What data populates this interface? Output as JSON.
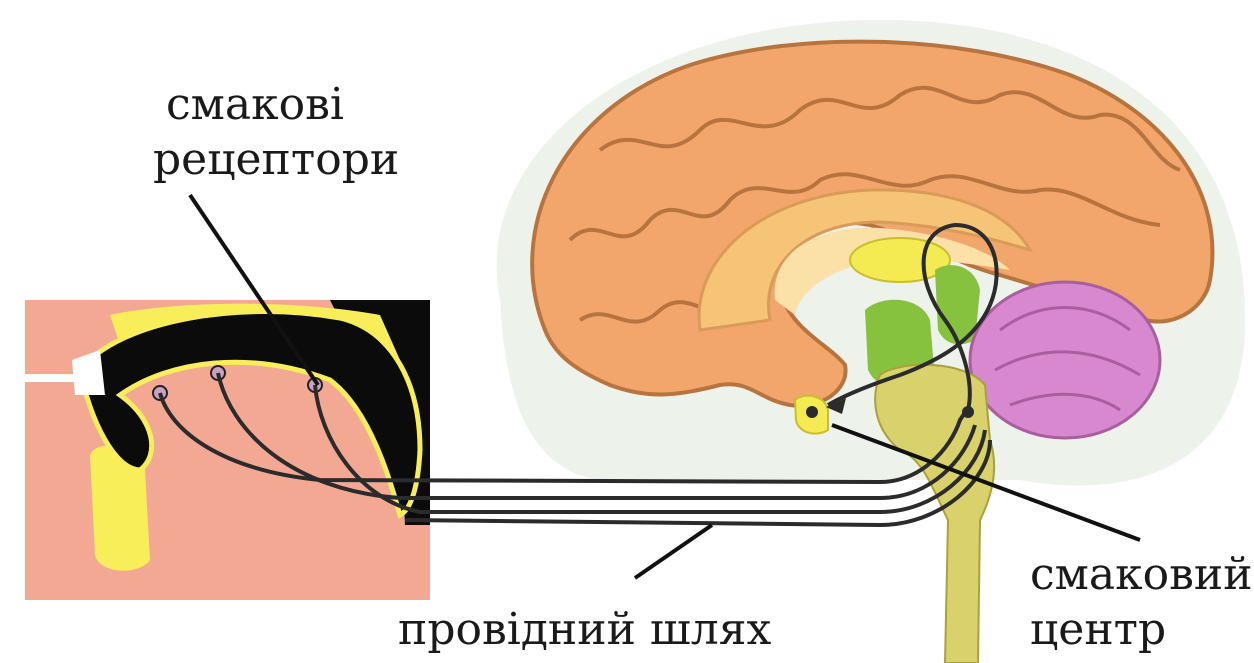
{
  "labels": {
    "receptors": {
      "line1": "смакові",
      "line2": "рецептори"
    },
    "pathway": "провідний шлях",
    "center": {
      "line1": "смаковий",
      "line2": "центр"
    }
  },
  "colors": {
    "cortex": "#f2a66b",
    "cortex_outline": "#b8743f",
    "inner_layer": "#f6c477",
    "corpus": "#fbe0a8",
    "thalamus_yellow": "#f4ea52",
    "green": "#86c23e",
    "cerebellum": "#d888cf",
    "brainstem": "#d9d26c",
    "head_halo": "#eaf0e8",
    "mouth_skin": "#f3a894",
    "tongue": "#0b0b0b",
    "gland_yellow": "#f8ee5a",
    "nerve": "#2b2b2b"
  }
}
